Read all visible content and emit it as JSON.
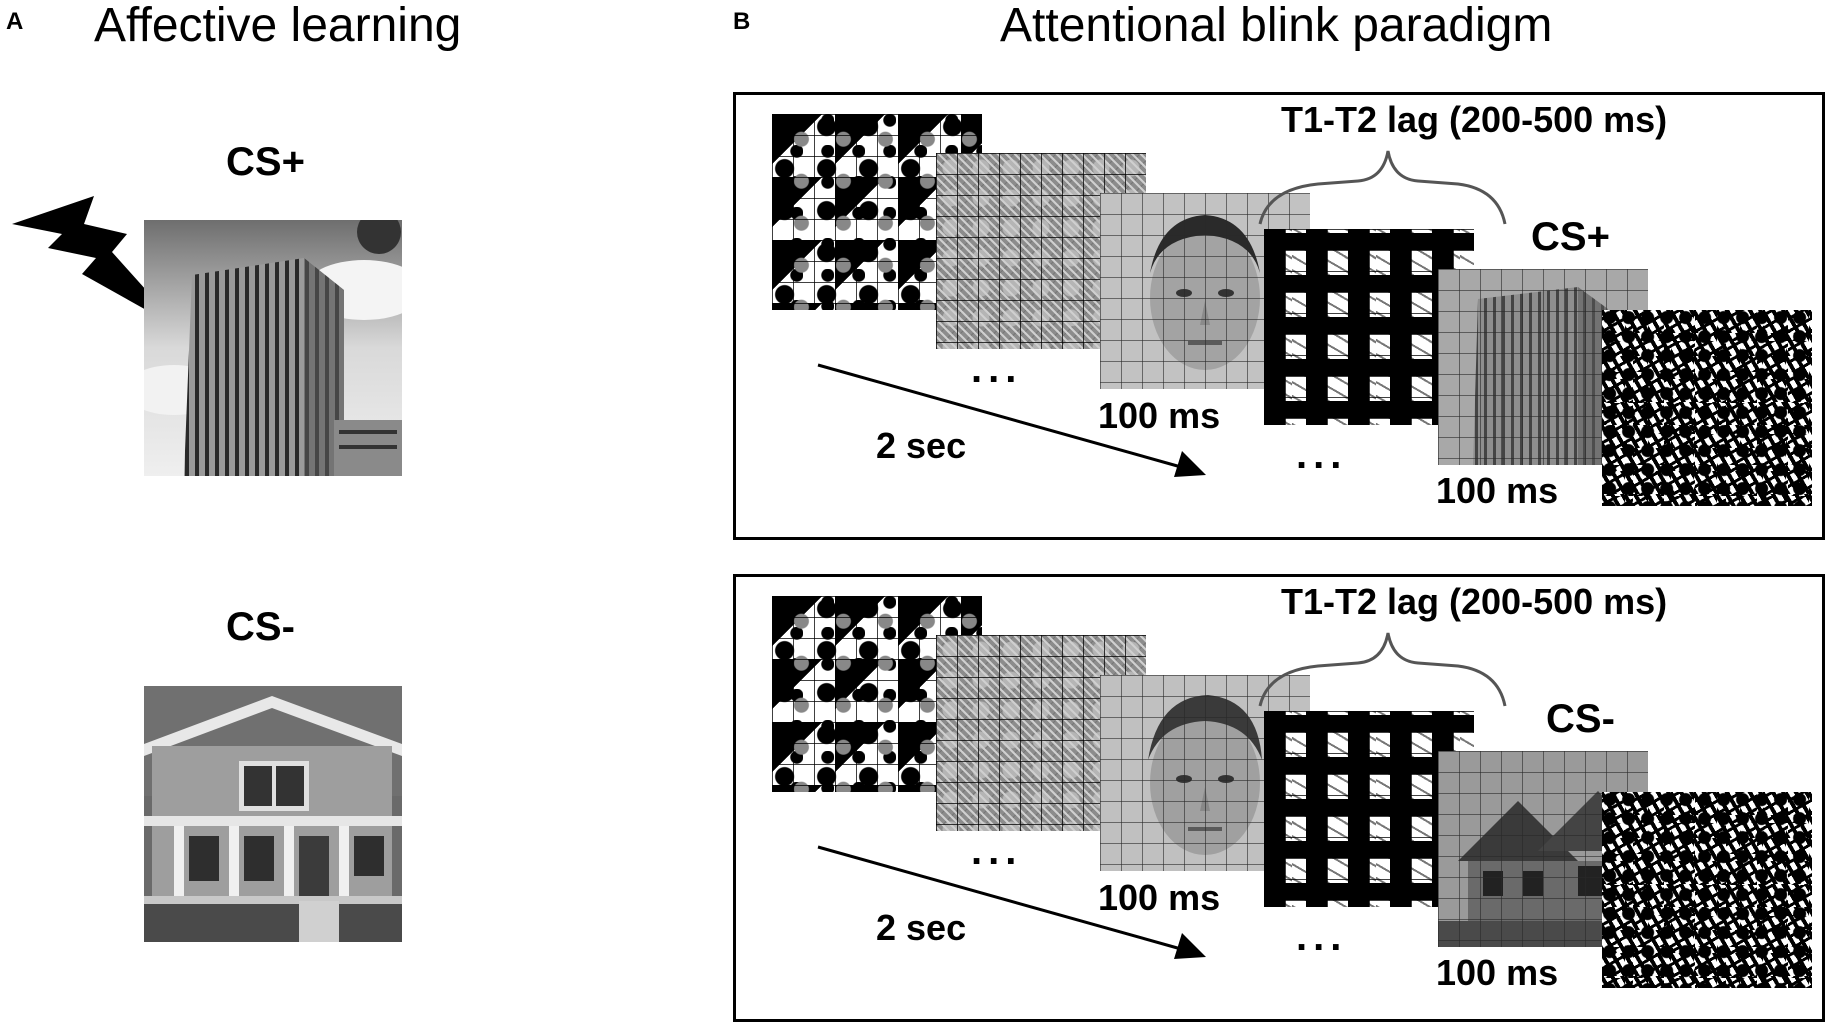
{
  "panel_a": {
    "letter": "A",
    "heading": "Affective learning",
    "cs_plus_label": "CS+",
    "cs_minus_label": "CS-",
    "cs_plus_image": "office-building-photo",
    "cs_minus_image": "house-photo",
    "shock_icon": "lightning-bolt-icon"
  },
  "panel_b": {
    "letter": "B",
    "heading": "Attentional blink paradigm",
    "trials": [
      {
        "lag_label": "T1-T2 lag (200-500 ms)",
        "target_label": "CS+",
        "t1_duration": "100 ms",
        "t2_duration": "100 ms",
        "stream_duration": "2 sec",
        "ellipsis": "..."
      },
      {
        "lag_label": "T1-T2 lag (200-500 ms)",
        "target_label": "CS-",
        "t1_duration": "100 ms",
        "t2_duration": "100 ms",
        "stream_duration": "2 sec",
        "ellipsis": "..."
      }
    ]
  },
  "colors": {
    "text": "#000000",
    "background": "#ffffff",
    "photo_gray": "#a0a0a0"
  }
}
